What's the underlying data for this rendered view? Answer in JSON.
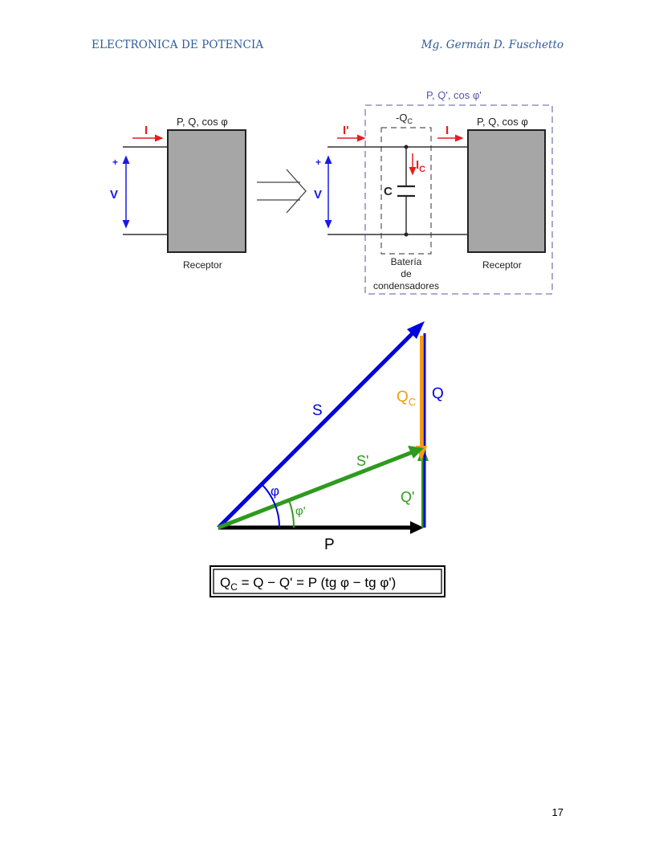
{
  "header": {
    "left": "ELECTRONICA DE POTENCIA",
    "right": "Mg. Germán D. Fuschetto"
  },
  "circuit_left": {
    "current": "I",
    "power_label": "P, Q, cos φ",
    "plus": "+",
    "voltage": "V",
    "receptor": "Receptor"
  },
  "circuit_right": {
    "box_label": "P, Q', cos φ'",
    "current_in": "I'",
    "neg_qc": "-Q",
    "neg_qc_sub": "C",
    "current_out": "I",
    "power_label": "P, Q, cos φ",
    "plus": "+",
    "voltage": "V",
    "ic": "I",
    "ic_sub": "C",
    "capacitor": "C",
    "bank_line1": "Batería",
    "bank_line2": "de",
    "bank_line3": "condensadores",
    "receptor": "Receptor"
  },
  "phasor": {
    "s": "S",
    "s_prime": "S'",
    "q": "Q",
    "q_prime": "Q'",
    "qc": "Q",
    "qc_sub": "C",
    "p": "P",
    "phi": "φ",
    "phi_prime": "φ'",
    "colors": {
      "s": "#0000dd",
      "s_prime": "#2e9a1e",
      "qc": "#f39c12",
      "p": "#000000"
    }
  },
  "formula": {
    "q": "Q",
    "q_sub": "C",
    "rest": " = Q − Q' = P (tg φ − tg φ')"
  },
  "page_number": "17"
}
